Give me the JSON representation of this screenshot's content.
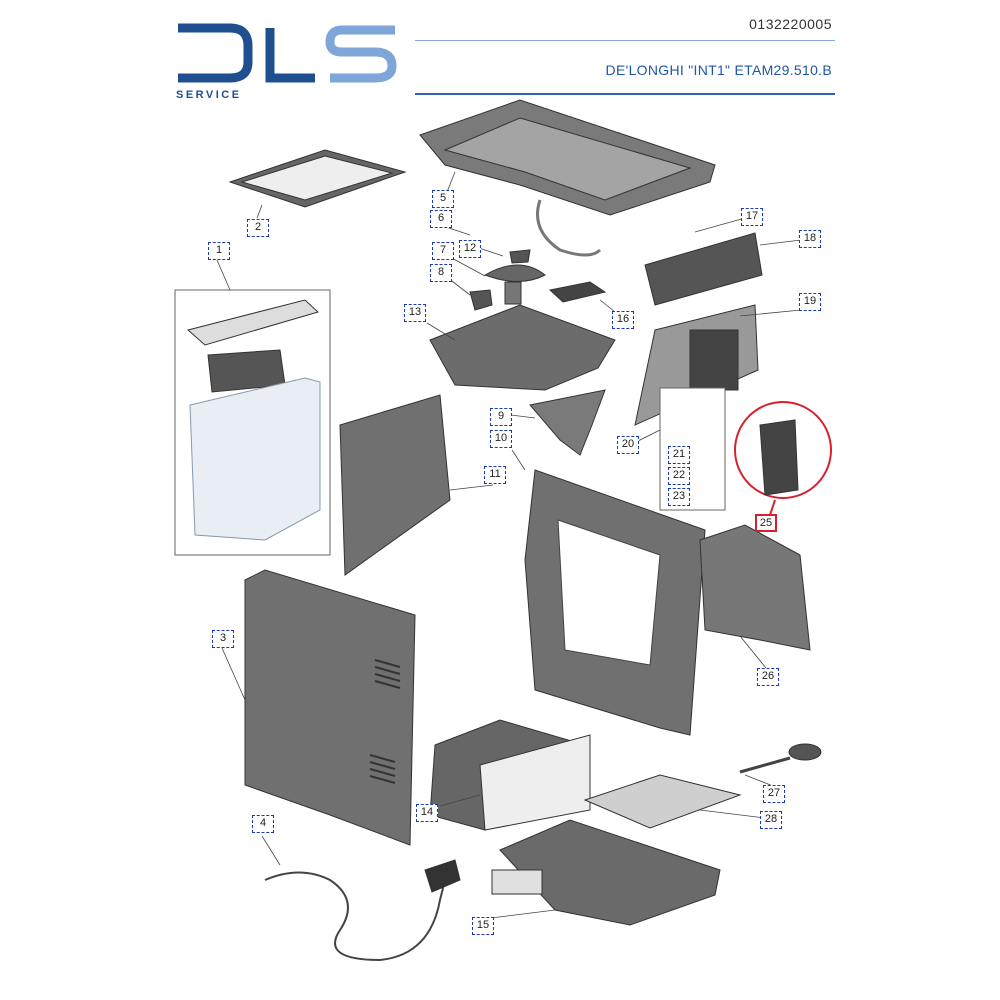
{
  "header": {
    "logo_text": "SERVICE",
    "document_code": "0132220005",
    "model": "DE'LONGHI \"INT1\"   ETAM29.510.B"
  },
  "parts": [
    {
      "id": "1",
      "label": "1"
    },
    {
      "id": "2",
      "label": "2"
    },
    {
      "id": "3",
      "label": "3"
    },
    {
      "id": "4",
      "label": "4"
    },
    {
      "id": "5",
      "label": "5"
    },
    {
      "id": "6",
      "label": "6"
    },
    {
      "id": "7",
      "label": "7"
    },
    {
      "id": "8",
      "label": "8"
    },
    {
      "id": "9",
      "label": "9"
    },
    {
      "id": "10",
      "label": "10"
    },
    {
      "id": "11",
      "label": "11"
    },
    {
      "id": "12",
      "label": "12"
    },
    {
      "id": "13",
      "label": "13"
    },
    {
      "id": "14",
      "label": "14"
    },
    {
      "id": "15",
      "label": "15"
    },
    {
      "id": "16",
      "label": "16"
    },
    {
      "id": "17",
      "label": "17"
    },
    {
      "id": "18",
      "label": "18"
    },
    {
      "id": "19",
      "label": "19"
    },
    {
      "id": "20",
      "label": "20"
    },
    {
      "id": "21",
      "label": "21"
    },
    {
      "id": "22",
      "label": "22"
    },
    {
      "id": "23",
      "label": "23"
    },
    {
      "id": "25",
      "label": "25"
    },
    {
      "id": "26",
      "label": "26"
    },
    {
      "id": "27",
      "label": "27"
    },
    {
      "id": "28",
      "label": "28"
    }
  ],
  "highlighted_part": "25",
  "colors": {
    "logo_blue": "#1f4f8f",
    "logo_light": "#7ea6d8",
    "label_border": "#1c39b5",
    "highlight": "#d8202a",
    "part_fill": "#6f6f6f"
  }
}
